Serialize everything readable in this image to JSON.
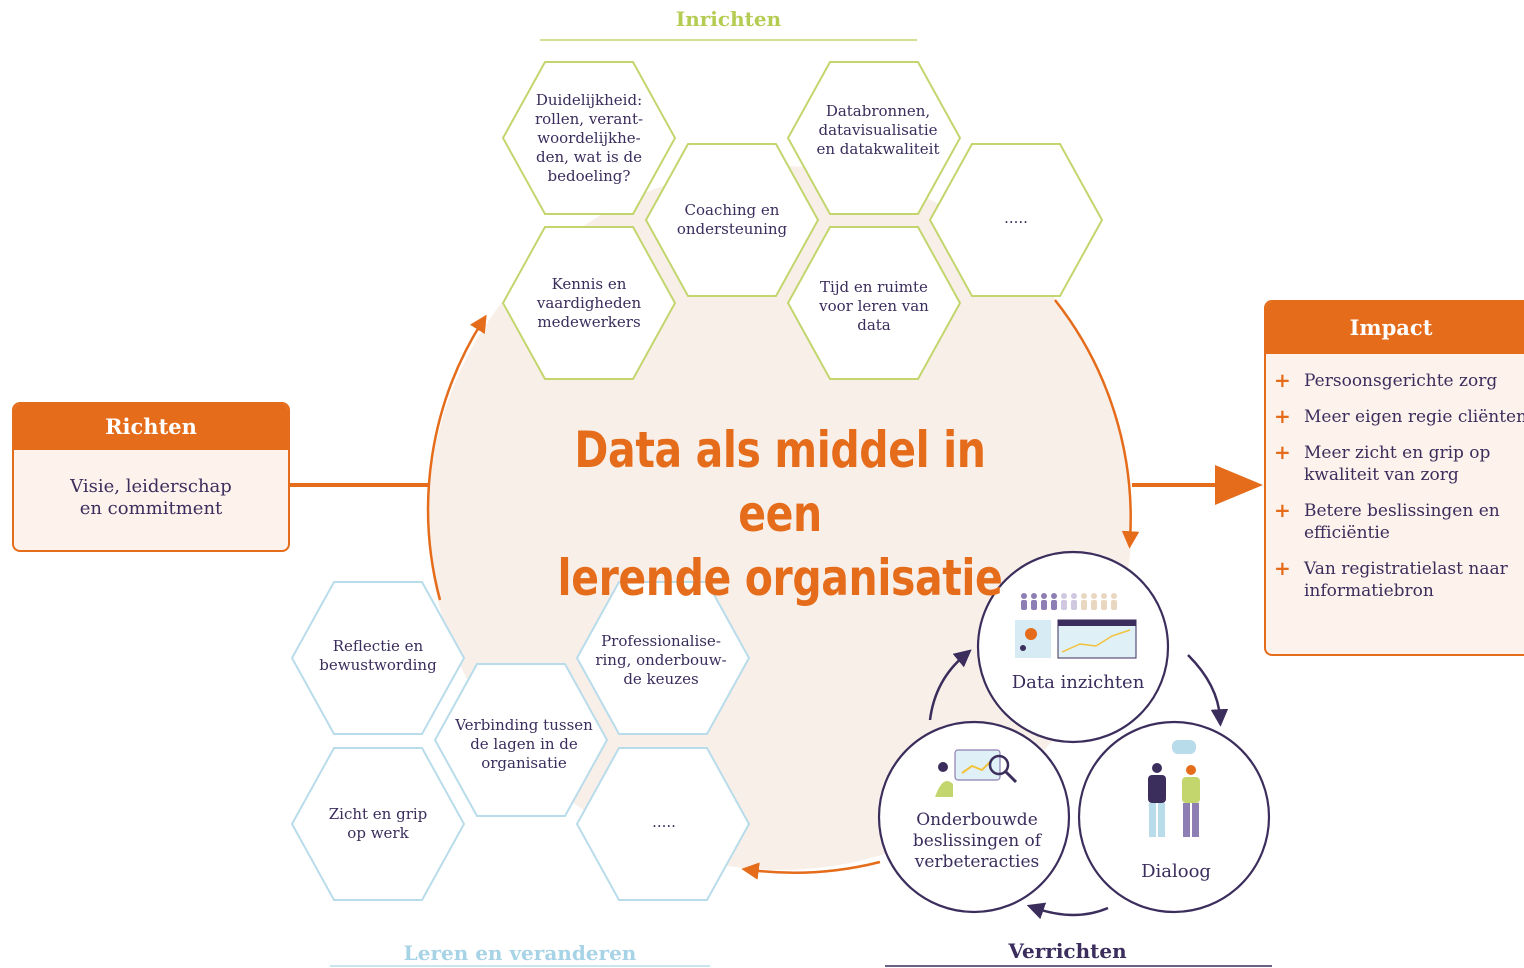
{
  "sections": {
    "inrichten": "Inrichten",
    "leren": "Leren en veranderen",
    "verrichten": "Verrichten"
  },
  "main_title": "Data als middel in een\nlerende organisatie",
  "richten": {
    "title": "Richten",
    "body": "Visie, leiderschap\nen commitment"
  },
  "impact": {
    "title": "Impact",
    "items": [
      "Persoonsgerichte zorg",
      "Meer eigen regie cliënten",
      "Meer zicht en grip op\nkwaliteit van zorg",
      "Betere beslissingen en\nefficiëntie",
      "Van registratielast naar\ninformatiebron"
    ]
  },
  "inrichten_hexes": [
    "Duidelijkheid:\nrollen, verant-\nwoordelijkhe-\nden, wat is de\nbedoeling?",
    "Coaching en\nondersteuning",
    "Kennis en\nvaardigheden\nmedewerkers",
    "Databronnen,\ndatavisualisatie\nen datakwaliteit",
    "Tijd en ruimte\nvoor leren van\ndata",
    "....."
  ],
  "leren_hexes": [
    "Reflectie en\nbewustwording",
    "Zicht en grip\nop werk",
    "Verbinding tussen\nde lagen in de\norganisatie",
    "Professionalise-\nring, onderbouw-\nde keuzes",
    "....."
  ],
  "verrichten_circles": [
    "Data inzichten",
    "Onderbouwde\nbeslissingen of\nverbeteracties",
    "Dialoog"
  ],
  "colors": {
    "orange": "#e46c1a",
    "green": "#c3d66e",
    "blue": "#b9dceb",
    "purple": "#3b2d5c",
    "circle_fill": "#f9efe9"
  }
}
